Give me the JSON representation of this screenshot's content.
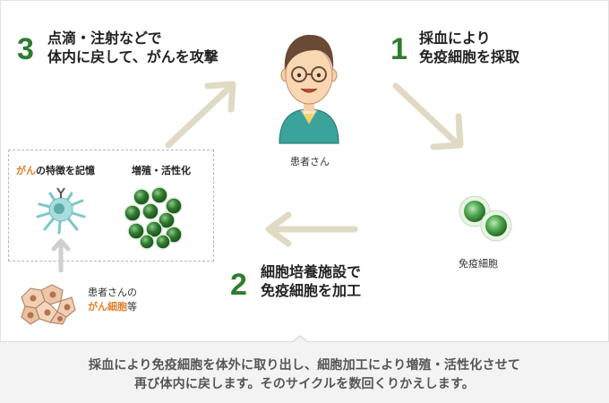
{
  "steps": {
    "step1": {
      "number": "1",
      "line1": "採血により",
      "line2": "免疫細胞を採取"
    },
    "step2": {
      "number": "2",
      "line1": "細胞培養施設で",
      "line2": "免疫細胞を加工"
    },
    "step3": {
      "number": "3",
      "line1": "点滴・注射などで",
      "line2": "体内に戻して、がんを攻撃"
    }
  },
  "labels": {
    "patient": "患者さん",
    "immune_cells": "免疫細胞",
    "memory_prefix": "がん",
    "memory_suffix": "の特徴を記憶",
    "proliferation": "増殖・活性化",
    "cancer_line1": "患者さんの",
    "cancer_line2_highlight": "がん細胞",
    "cancer_line2_suffix": "等"
  },
  "caption": {
    "line1": "採血により免疫細胞を体外に取り出し、細胞加工により増殖・活性化させて",
    "line2": "再び体内に戻します。そのサイクルを数回くりかえします。"
  },
  "colors": {
    "step_number": "#2e7d2e",
    "highlight": "#e0802c",
    "arrow": "#e0d9c4",
    "cell_green": "#3d8b3d",
    "caption_bg": "#f3f3f3"
  },
  "icons": {
    "patient": "doctor-man-icon",
    "immune_cells": "immune-cells-icon",
    "dendritic_cell": "dendritic-cell-icon",
    "cell_cluster": "cell-cluster-icon",
    "cancer_cells": "cancer-cells-icon"
  }
}
